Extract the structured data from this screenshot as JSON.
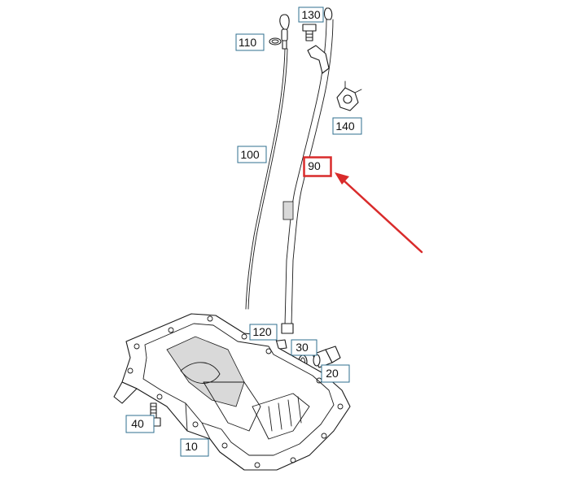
{
  "callouts": [
    {
      "id": "130",
      "label": "130"
    },
    {
      "id": "110",
      "label": "110"
    },
    {
      "id": "140",
      "label": "140"
    },
    {
      "id": "100",
      "label": "100"
    },
    {
      "id": "90",
      "label": "90",
      "highlighted": true
    },
    {
      "id": "120",
      "label": "120"
    },
    {
      "id": "30",
      "label": "30"
    },
    {
      "id": "20",
      "label": "20"
    },
    {
      "id": "40",
      "label": "40"
    },
    {
      "id": "10",
      "label": "10"
    }
  ],
  "colors": {
    "callout_border": "#2f6f8f",
    "highlight": "#d92b2b",
    "line_art": "#1a1a1a"
  }
}
